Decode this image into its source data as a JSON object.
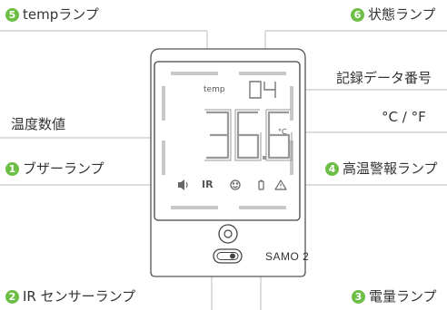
{
  "accent_color": "#6DBE45",
  "labels": {
    "temp_lamp": {
      "number": "5",
      "text": "tempランプ"
    },
    "status_lamp": {
      "number": "6",
      "text": "状態ランプ"
    },
    "record_number": {
      "text": "記録データ番号"
    },
    "unit": {
      "text": "°C / °F"
    },
    "temperature_value": {
      "text": "温度数値"
    },
    "buzzer_lamp": {
      "number": "1",
      "text": "ブザーランプ"
    },
    "high_temp_alarm_lamp": {
      "number": "4",
      "text": "高温警報ランプ"
    },
    "ir_sensor_lamp": {
      "number": "2",
      "text": "IR センサーランプ"
    },
    "battery_lamp": {
      "number": "3",
      "text": "電量ランプ"
    }
  },
  "display": {
    "temp_text": "temp",
    "record_digits": "04",
    "temperature_digits": "36.6",
    "unit_symbol": "°C",
    "ir_text": "IR",
    "brand": "SAMO 2",
    "icons": [
      "speaker-icon",
      "ir-icon",
      "smiley-icon",
      "battery-icon",
      "warning-icon"
    ]
  }
}
